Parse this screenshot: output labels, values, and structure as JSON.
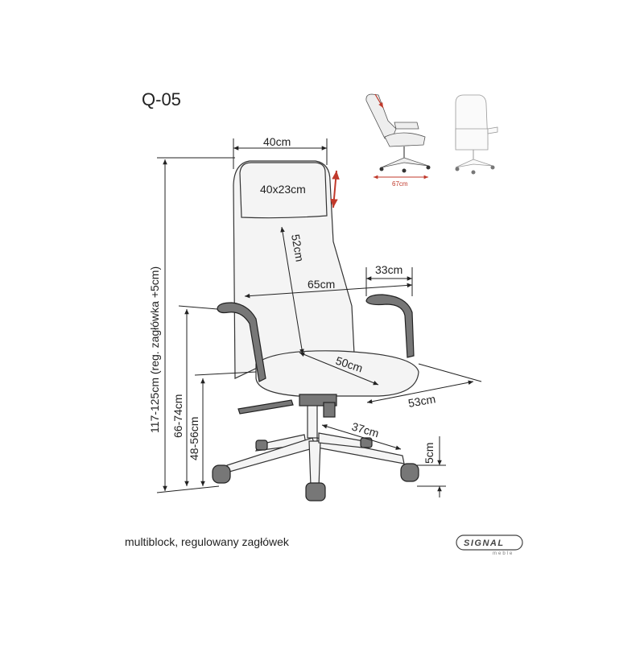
{
  "product": {
    "model": "Q-05",
    "caption": "multiblock, regulowany zagłówek"
  },
  "dimensions": {
    "headrest_width": "40cm",
    "headrest_size": "40x23cm",
    "backrest_height": "52cm",
    "armrest_width": "33cm",
    "total_width": "65cm",
    "seat_depth": "50cm",
    "total_depth": "53cm",
    "base_radius": "37cm",
    "wheel_height": "5cm",
    "total_height": "117-125cm (reg. zagłówka +5cm)",
    "armrest_height": "66-74cm",
    "seat_height": "48-56cm",
    "recline_depth": "67cm"
  },
  "brand": {
    "name": "SIGNAL",
    "tagline": "meble"
  },
  "colors": {
    "line": "#222222",
    "accent_arrow": "#c0392b"
  }
}
